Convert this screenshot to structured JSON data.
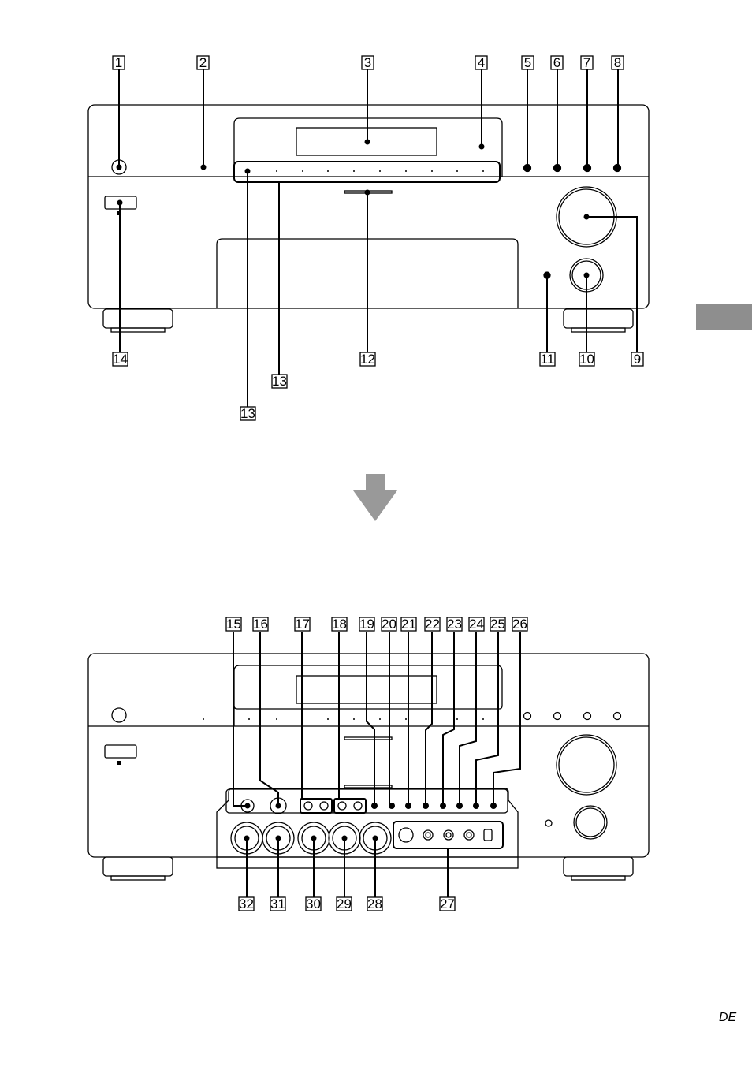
{
  "page_code": "DE",
  "colors": {
    "tab": "#8e8e8e",
    "arrow": "#999999",
    "line": "#000000"
  },
  "callouts_front": [
    "1",
    "2",
    "3",
    "4",
    "5",
    "6",
    "7",
    "8",
    "9",
    "10",
    "11",
    "12",
    "13",
    "13",
    "14"
  ],
  "callouts_open": [
    "15",
    "16",
    "17",
    "18",
    "19",
    "20",
    "21",
    "22",
    "23",
    "24",
    "25",
    "26",
    "27",
    "28",
    "29",
    "30",
    "31",
    "32"
  ]
}
